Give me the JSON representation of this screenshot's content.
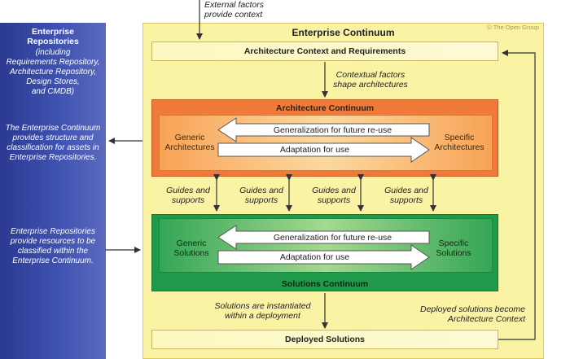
{
  "top_label": {
    "line1": "External factors",
    "line2": "provide context"
  },
  "repositories": {
    "title_line1": "Enterprise",
    "title_line2": "Repositories",
    "sub_lines": [
      "(including",
      "Requirements Repository,",
      "Architecture Repository,",
      "Design Stores,",
      "and CMDB)"
    ],
    "desc1": [
      "The Enterprise Continuum",
      "provides structure and",
      "classification for assets in",
      "Enterprise Repositories."
    ],
    "desc2": [
      "Enterprise Repositories",
      "provide resources to be",
      "classified within the",
      "Enterprise Continuum."
    ]
  },
  "continuum": {
    "title": "Enterprise Continuum",
    "copyright": "© The Open Group"
  },
  "context_box": {
    "label": "Architecture Context and Requirements"
  },
  "contextual_factors": {
    "line1": "Contextual factors",
    "line2": "shape architectures"
  },
  "architecture_continuum": {
    "title": "Architecture Continuum",
    "generic_line1": "Generic",
    "generic_line2": "Architectures",
    "specific_line1": "Specific",
    "specific_line2": "Architectures",
    "generalization": "Generalization for future re-use",
    "adaptation": "Adaptation for use"
  },
  "guides": [
    {
      "line1": "Guides and",
      "line2": "supports"
    },
    {
      "line1": "Guides and",
      "line2": "supports"
    },
    {
      "line1": "Guides and",
      "line2": "supports"
    },
    {
      "line1": "Guides and",
      "line2": "supports"
    }
  ],
  "solutions_continuum": {
    "title": "Solutions Continuum",
    "generic_line1": "Generic",
    "generic_line2": "Solutions",
    "specific_line1": "Specific",
    "specific_line2": "Solutions",
    "generalization": "Generalization for future re-use",
    "adaptation": "Adaptation for use"
  },
  "instantiated": {
    "line1": "Solutions are instantiated",
    "line2": "within a deployment"
  },
  "deployed_note": {
    "line1": "Deployed solutions become",
    "line2": "Architecture Context"
  },
  "deployed_box": {
    "label": "Deployed Solutions"
  }
}
